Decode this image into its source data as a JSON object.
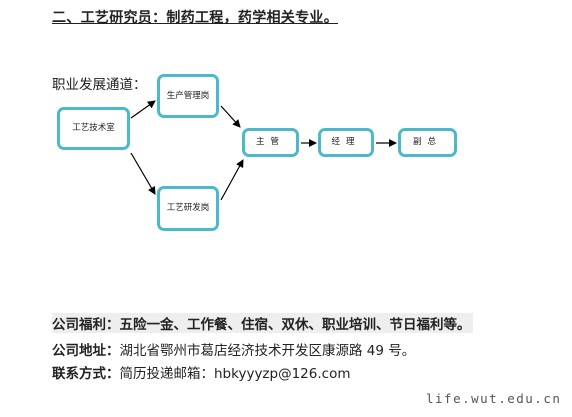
{
  "section_heading": "二、工艺研究员：制药工程，药学相关专业。",
  "career_path_label": "职业发展通道：",
  "flow": {
    "craft_room": "工艺技术室",
    "production_post": "生产管理岗",
    "rd_post": "工艺研发岗",
    "supervisor": "主管",
    "manager": "经理",
    "deputy_general": "副总"
  },
  "benefits": {
    "label": "公司福利：",
    "value": "五险一金、工作餐、住宿、双休、职业培训、节日福利等。"
  },
  "address": {
    "label": "公司地址：",
    "value": "湖北省鄂州市葛店经济技术开发区康源路 49 号。"
  },
  "contact": {
    "label": "联系方式：",
    "value": "简历投递邮箱：hbkyyyzp@126.com"
  },
  "watermark": "life.wut.edu.cn",
  "colors": {
    "node_border": "#4db8c9"
  }
}
